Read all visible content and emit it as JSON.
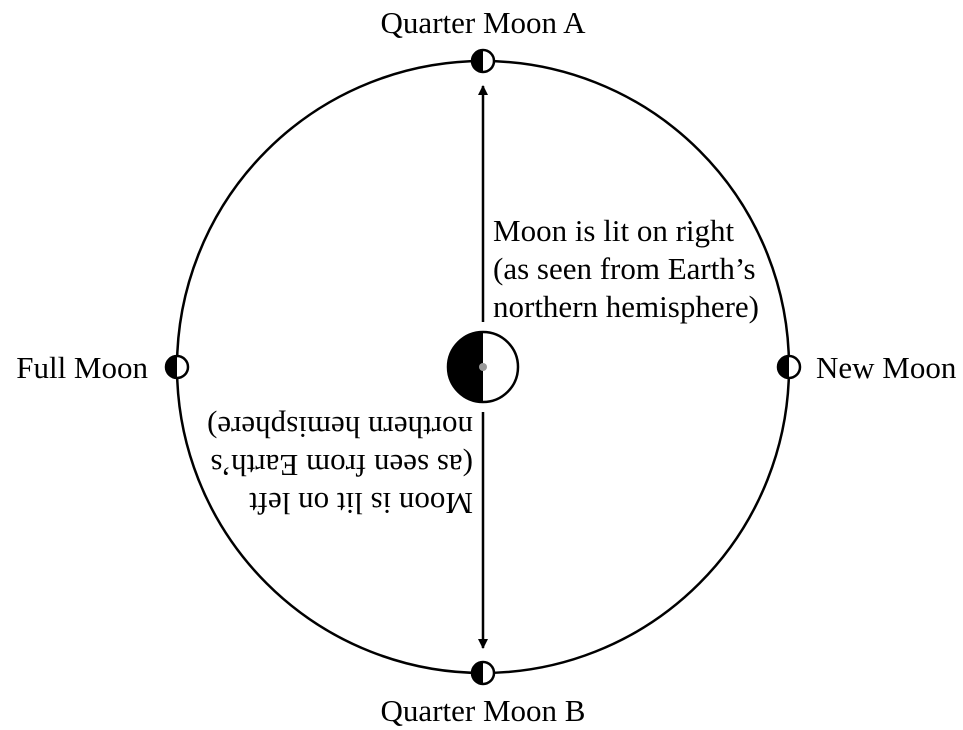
{
  "labels": {
    "quarter_a": "Quarter Moon A",
    "quarter_b": "Quarter Moon B",
    "full": "Full Moon",
    "new": "New Moon"
  },
  "annotation_right": [
    "Moon is lit on right",
    "(as seen from Earth’s",
    "northern hemisphere)"
  ],
  "annotation_left_upside_down": [
    "Moon is lit on left",
    "(as seen from Earth’s",
    "northern hemisphere)"
  ],
  "colors": {
    "line": "#000000",
    "lit": "#ffffff",
    "dark": "#000000",
    "earth_center_dot": "#999999"
  }
}
